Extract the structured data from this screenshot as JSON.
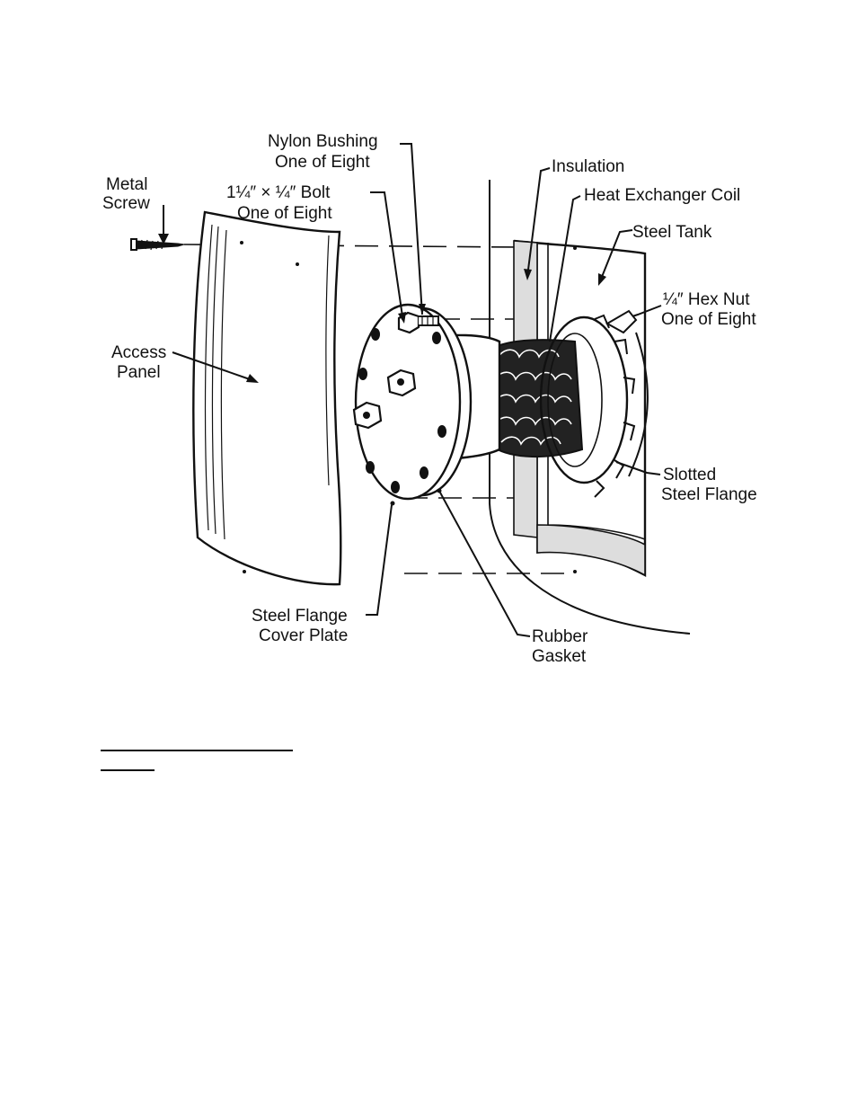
{
  "labels": {
    "nylon_bushing": [
      "Nylon Bushing",
      "One of Eight"
    ],
    "metal_screw": [
      "Metal",
      "Screw"
    ],
    "bolt": [
      "1¼″ × ¼″ Bolt",
      "One of Eight"
    ],
    "insulation": "Insulation",
    "heat_exchanger_coil": "Heat Exchanger Coil",
    "steel_tank": "Steel Tank",
    "hex_nut": [
      "¼″ Hex Nut",
      "One of Eight"
    ],
    "access_panel": [
      "Access",
      "Panel"
    ],
    "slotted_steel_flange": [
      "Slotted",
      "Steel Flange"
    ],
    "steel_flange_cover_plate": [
      "Steel Flange",
      "Cover Plate"
    ],
    "rubber_gasket": [
      "Rubber",
      "Gasket"
    ]
  },
  "colors": {
    "ink": "#111111",
    "paper": "#ffffff"
  }
}
